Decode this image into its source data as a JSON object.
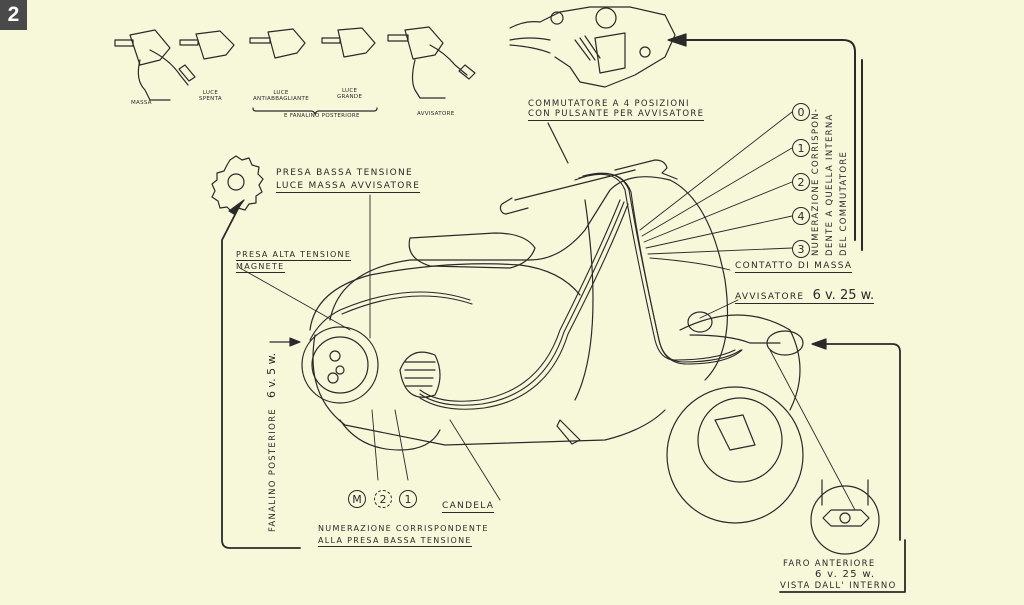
{
  "figure_number": "2",
  "switch_positions": {
    "labels": [
      "MASSA",
      "LUCE\nSPENTA",
      "LUCE\nANTIABBAGLIANTE",
      "LUCE\nGRANDE",
      "AVVISATORE"
    ],
    "group_caption": "E FANALINO POSTERIORE"
  },
  "labels": {
    "commutatore_line1": "COMMUTATORE A 4 POSIZIONI",
    "commutatore_line2": "CON PULSANTE PER AVVISATORE",
    "numerazione_vert_1": "NUMERAZIONE CORRISPON-",
    "numerazione_vert_2": "DENTE A QUELLA INTERNA",
    "numerazione_vert_3": "DEL COMMUTATORE",
    "contatto_massa": "CONTATTO DI MASSA",
    "avvisatore": "AVVISATORE",
    "avvisatore_spec": "6 v. 25 w.",
    "presa_bassa_1": "PRESA BASSA TENSIONE",
    "presa_bassa_2": "LUCE MASSA AVVISATORE",
    "presa_alta_1": "PRESA ALTA TENSIONE",
    "presa_alta_2": "MAGNETE",
    "fanalino": "FANALINO POSTERIORE",
    "fanalino_spec": "6 v. 5 w.",
    "candela": "CANDELA",
    "numerazione_presa_1": "NUMERAZIONE CORRISPONDENTE",
    "numerazione_presa_2": "ALLA PRESA BASSA TENSIONE",
    "faro_1": "FARO ANTERIORE",
    "faro_2": "6 v. 25 w.",
    "faro_3": "VISTA DALL' INTERNO"
  },
  "switch_terminals": [
    "0",
    "1",
    "2",
    "4",
    "3"
  ],
  "socket_terminals": [
    "M",
    "2",
    "1"
  ],
  "colors": {
    "paper": "#f7f7da",
    "ink": "#2a2a2a",
    "badge": "#4a4a4a"
  }
}
